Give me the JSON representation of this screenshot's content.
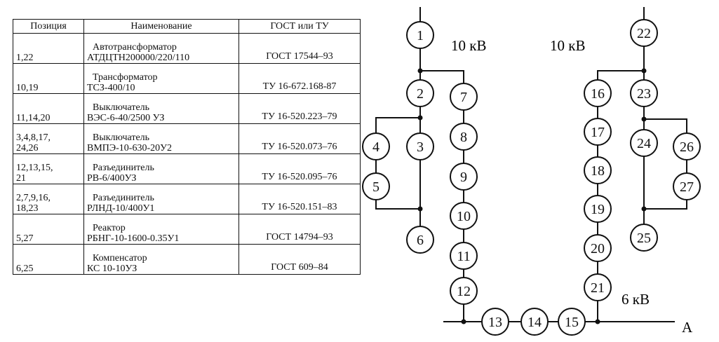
{
  "table": {
    "headers": [
      "Позиция",
      "Наименование",
      "ГОСТ или ТУ"
    ],
    "rows": [
      {
        "pos": "1,22",
        "name1": "Автотрансформатор",
        "name2": "АТДЦТН200000/220/110",
        "std": "ГОСТ 17544–93"
      },
      {
        "pos": "10,19",
        "name1": "Трансформатор",
        "name2": "ТСЗ-400/10",
        "std": "ТУ 16-672.168-87"
      },
      {
        "pos": "11,14,20",
        "name1": "Выключатель",
        "name2": "ВЭС-6-40/2500 УЗ",
        "std": "ТУ 16-520.223–79"
      },
      {
        "pos": "3,4,8,17,\n24,26",
        "name1": "Выключатель",
        "name2": "ВМПЭ-10-630-20У2",
        "std": "ТУ 16-520.073–76"
      },
      {
        "pos": "12,13,15,\n21",
        "name1": "Разъединитель",
        "name2": "РВ-6/400УЗ",
        "std": "ТУ 16-520.095–76"
      },
      {
        "pos": "2,7,9,16,\n18,23",
        "name1": "Разъединитель",
        "name2": "РЛНД-10/400У1",
        "std": "ТУ 16-520.151–83"
      },
      {
        "pos": "5,27",
        "name1": "Реактор",
        "name2": "РБНГ-10-1600-0.35У1",
        "std": "ГОСТ 14794–93"
      },
      {
        "pos": "6,25",
        "name1": "Компенсатор",
        "name2": "КС 10-10УЗ",
        "std": "ГОСТ 609–84"
      }
    ]
  },
  "diagram": {
    "voltage_left": "10 кВ",
    "voltage_right": "10 кВ",
    "voltage_bus": "6 кВ",
    "bus_label": "А",
    "node_labels": [
      "1",
      "2",
      "3",
      "4",
      "5",
      "6",
      "7",
      "8",
      "9",
      "10",
      "11",
      "12",
      "13",
      "14",
      "15",
      "16",
      "17",
      "18",
      "19",
      "20",
      "21",
      "22",
      "23",
      "24",
      "25",
      "26",
      "27"
    ]
  }
}
